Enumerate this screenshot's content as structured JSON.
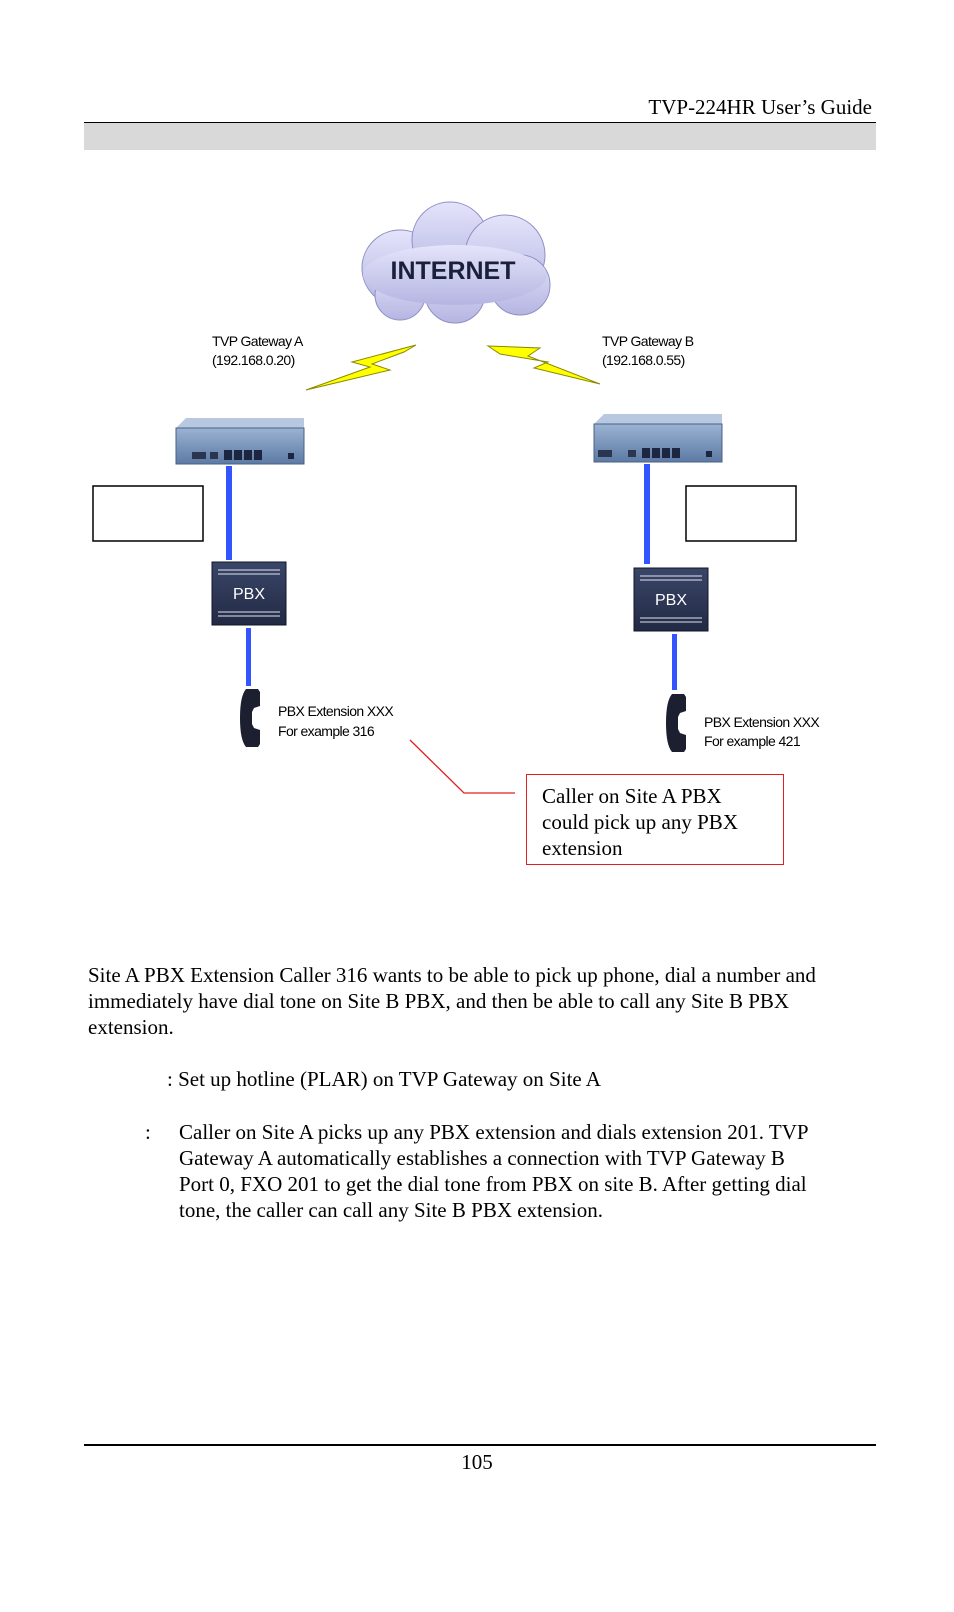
{
  "header": {
    "title": "TVP-224HR User’s Guide"
  },
  "diagram": {
    "internet_label": "INTERNET",
    "gateway_a": {
      "name": "TVP Gateway A",
      "ip": "(192.168.0.20)"
    },
    "gateway_b": {
      "name": "TVP Gateway B",
      "ip": "(192.168.0.55)"
    },
    "pbx_a_label": "PBX",
    "pbx_b_label": "PBX",
    "ext_a": {
      "line1": "PBX Extension XXX",
      "line2": "For example 316"
    },
    "ext_b": {
      "line1": "PBX Extension XXX",
      "line2": "For example  421"
    },
    "callout": {
      "line1": "Caller on Site A PBX",
      "line2": "could pick up any PBX",
      "line3": "extension"
    },
    "colors": {
      "link_blue": "#3355ff",
      "callout_red": "#e02020",
      "bolt_yellow": "#ffff00",
      "cloud": "#c9c9ee"
    }
  },
  "body": {
    "para": {
      "line1": "Site A PBX Extension Caller 316 wants to be able to pick up phone, dial a number and",
      "line2": "immediately have dial tone on Site B PBX, and then be able to call any Site B PBX",
      "line3": "extension."
    },
    "setup_line": ": Set up hotline (PLAR) on TVP Gateway on Site A",
    "result_colon": ":",
    "result": {
      "line1": "Caller on Site A picks up any PBX extension and dials extension 201. TVP",
      "line2": "Gateway A automatically establishes a connection with TVP Gateway B",
      "line3": "Port 0, FXO 201 to get the dial tone from PBX on site B. After getting dial",
      "line4": "tone,  the caller can call any Site B PBX extension."
    }
  },
  "footer": {
    "page_number": "105"
  }
}
